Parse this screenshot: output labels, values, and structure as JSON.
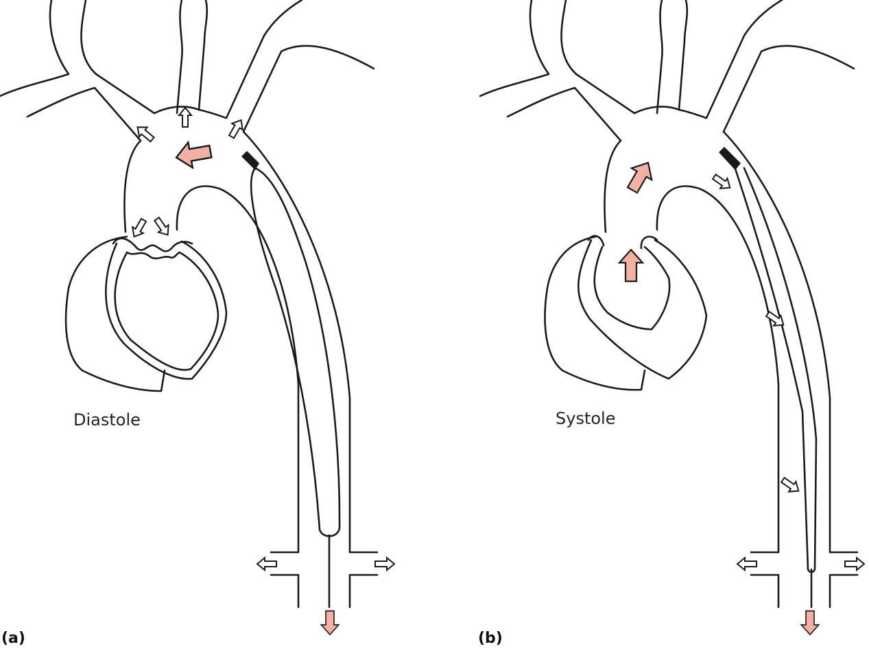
{
  "panels": [
    {
      "tag": "(a)",
      "label": "Diastole"
    },
    {
      "tag": "(b)",
      "label": "Systole"
    }
  ],
  "colors": {
    "flow_arrow": "#f2b1a2",
    "line": "#1a1a1a",
    "catheter_tip": "#1a1a1a"
  }
}
